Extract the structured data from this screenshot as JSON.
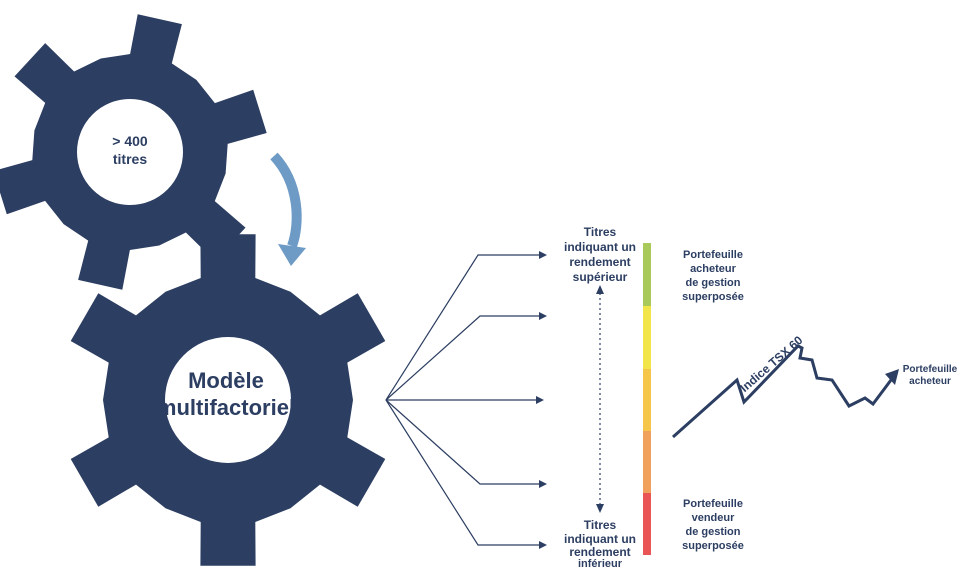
{
  "gears": {
    "small_label_line1": "> 400",
    "small_label_line2": "titres",
    "large_label_line1": "Modèle",
    "large_label_line2": "multifactoriel"
  },
  "top_label": {
    "line1": "Titres",
    "line2": "indiquant un",
    "line3": "rendement",
    "line4": "supérieur"
  },
  "bottom_label": {
    "line1": "Titres",
    "line2": "indiquant un",
    "line3": "rendement",
    "line4": "inférieur"
  },
  "buyer_overlay": {
    "line1": "Portefeuille",
    "line2": "acheteur",
    "line3": "de gestion",
    "line4": "superposée"
  },
  "seller_overlay": {
    "line1": "Portefeuille",
    "line2": "vendeur",
    "line3": "de gestion",
    "line4": "superposée"
  },
  "index_line_label": "Indice TSX 60",
  "buyer_portfolio": {
    "line1": "Portefeuille",
    "line2": "acheteur"
  },
  "colors": {
    "navy": "#2c3e62",
    "arrow_blue": "#6e9bc6",
    "bar_segments": [
      "#a9c95a",
      "#f1e54a",
      "#f6c64a",
      "#f0a15c",
      "#e95454"
    ]
  }
}
